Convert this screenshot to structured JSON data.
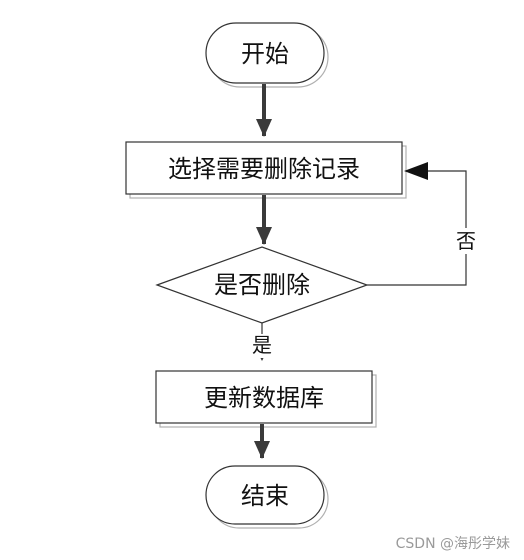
{
  "nodes": {
    "start": "开始",
    "select": "选择需要删除记录",
    "decision": "是否删除",
    "update": "更新数据库",
    "end": "结束"
  },
  "edges": {
    "yes_label": "是",
    "no_label": "否"
  },
  "watermark": "CSDN @海彤学妹",
  "colors": {
    "stroke": "#333333",
    "shadow": "#b0b0b0",
    "arrow": "#3a3a3a",
    "text": "#111111",
    "watermark": "#9a9a9a"
  }
}
